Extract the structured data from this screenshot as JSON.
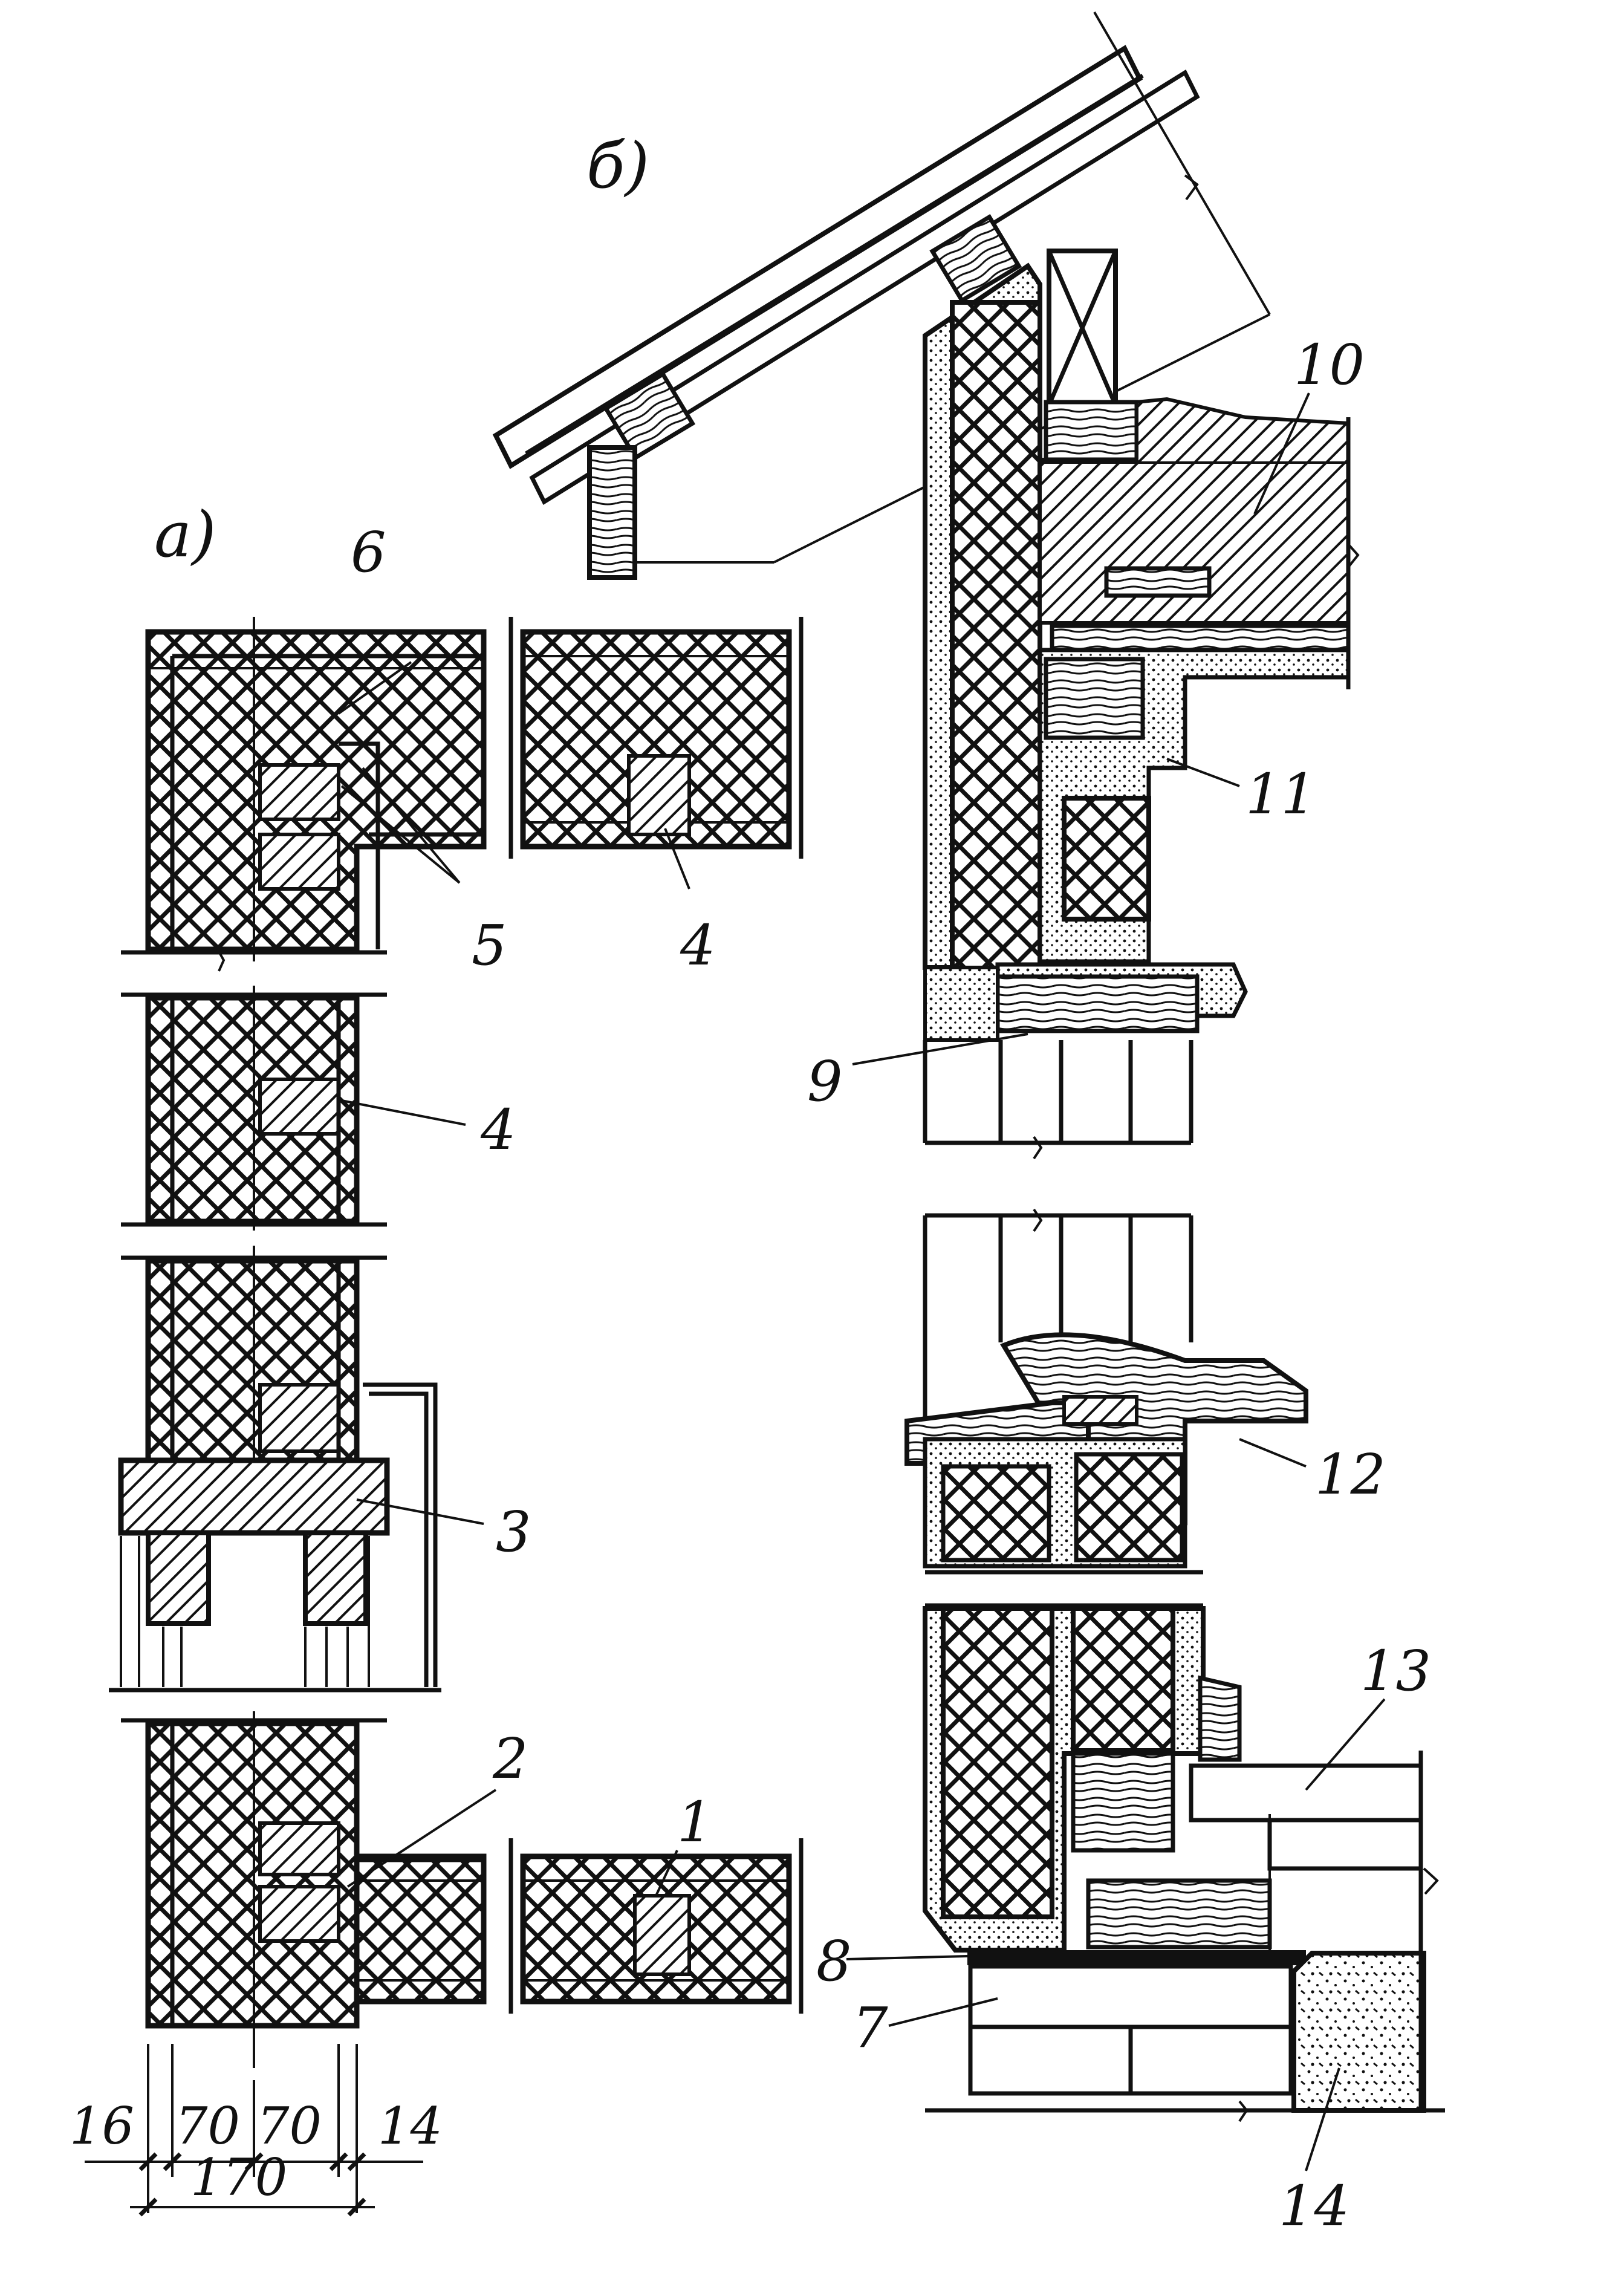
{
  "view_labels": {
    "a": "а)",
    "b": "б)"
  },
  "callouts": {
    "c1": "1",
    "c2": "2",
    "c3": "3",
    "c4a": "4",
    "c4b": "4",
    "c5": "5",
    "c6": "6",
    "c7": "7",
    "c8": "8",
    "c9": "9",
    "c10": "10",
    "c11": "11",
    "c12": "12",
    "c13": "13",
    "c14": "14"
  },
  "dimensions": {
    "d16": "16",
    "d70a": "70",
    "d70b": "70",
    "d14": "14",
    "d170": "170"
  },
  "hatch_colors": {
    "ink": "#111111",
    "paper": "#ffffff"
  }
}
